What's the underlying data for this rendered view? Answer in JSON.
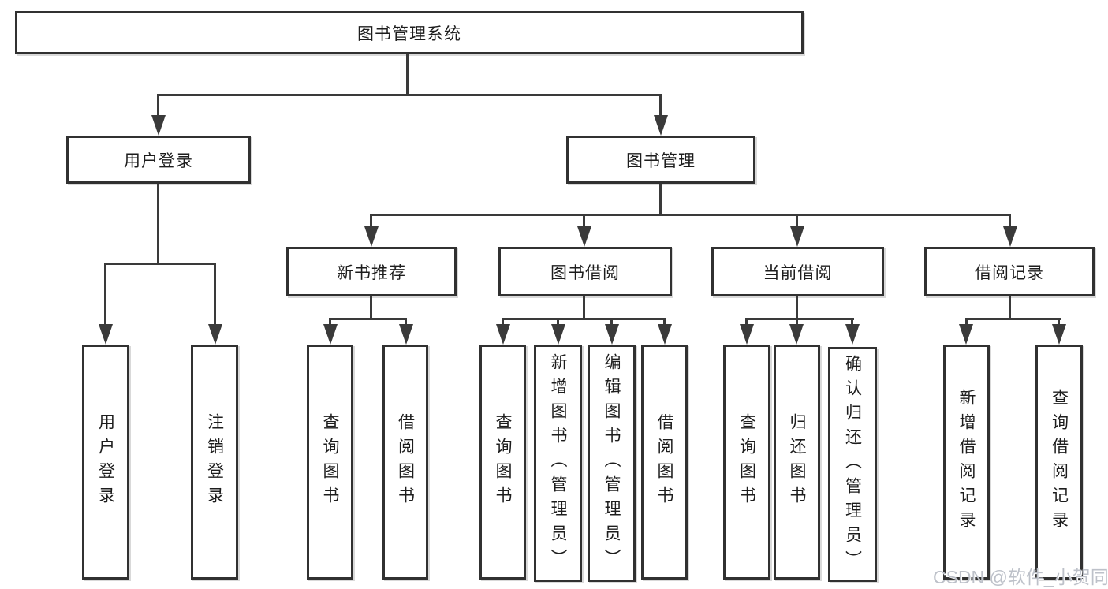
{
  "diagram": {
    "root": "图书管理系统",
    "level2": [
      "用户登录",
      "图书管理"
    ],
    "level3": [
      "新书推荐",
      "图书借阅",
      "当前借阅",
      "借阅记录"
    ],
    "leaves": {
      "user_login": [
        "用户登录",
        "注销登录"
      ],
      "new_book_recommend": [
        "查询图书",
        "借阅图书"
      ],
      "book_borrow": [
        "查询图书",
        "新增图书（管理员）",
        "编辑图书（管理员）",
        "借阅图书"
      ],
      "current_borrow": [
        "查询图书",
        "归还图书",
        "确认归还（管理员）"
      ],
      "borrow_records": [
        "新增借阅记录",
        "查询借阅记录"
      ]
    }
  },
  "watermark": "CSDN @软件_小贺同学",
  "colors": {
    "background": "#ffffff",
    "line": "#3a3a3a",
    "box_border": "#313131",
    "text": "#1d1d1d",
    "watermark": "#bdc1c9"
  }
}
